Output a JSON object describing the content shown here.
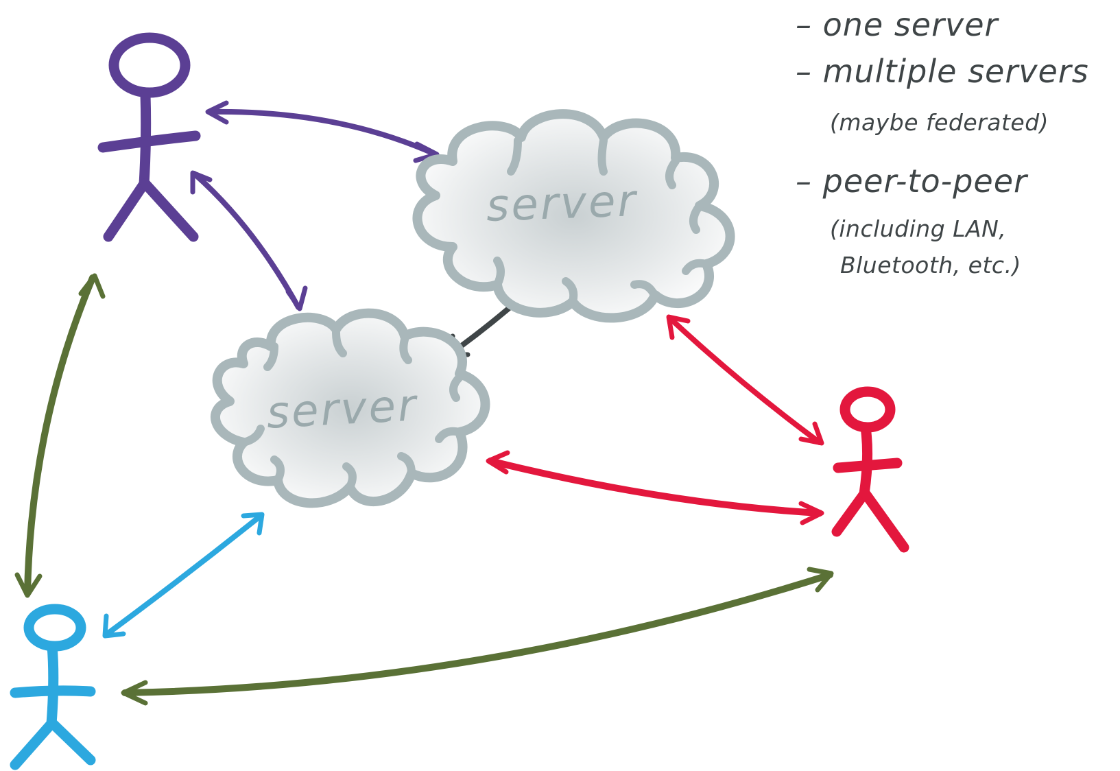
{
  "colors": {
    "user_top": "#5b3f94",
    "user_right": "#e3173d",
    "user_bottom": "#2ca8df",
    "peer_link": "#5a7136",
    "server_link": "#3f4547",
    "cloud_stroke": "#a9b7ba",
    "cloud_fill": "#dfe3e4",
    "cloud_text": "#9aa9ac",
    "note_text": "#3f4547"
  },
  "icons": [
    "stick-figure-icon",
    "cloud-icon",
    "double-arrow-icon"
  ],
  "servers": {
    "large": {
      "label": "server"
    },
    "small": {
      "label": "server"
    }
  },
  "notes": {
    "item1": {
      "text": "– one server"
    },
    "item2": {
      "text": "– multiple servers",
      "detail": "(maybe federated)"
    },
    "item3": {
      "text": "– peer-to-peer",
      "detail_line1": "(including LAN,",
      "detail_line2": "Bluetooth, etc.)"
    }
  }
}
